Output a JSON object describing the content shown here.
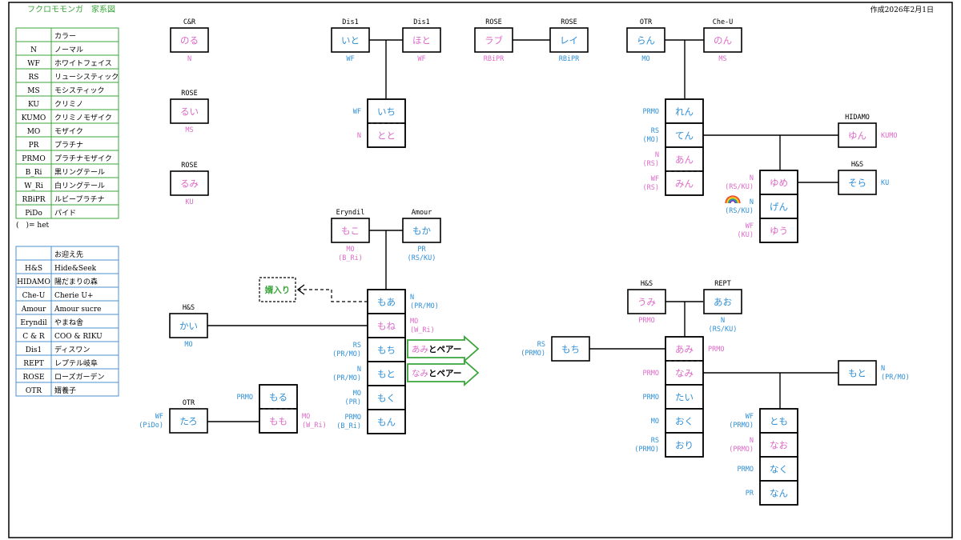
{
  "header": {
    "title": "フクロモモンガ　家系図",
    "created": "作成2026年2月1日"
  },
  "colors": {
    "male": "#2f8fd6",
    "female": "#dd6ac8",
    "green": "#3aa63a",
    "blue_frame": "#4b8fd0",
    "line": "#000000"
  },
  "legend_color": {
    "header": "カラー",
    "rows": [
      [
        "N",
        "ノーマル"
      ],
      [
        "WF",
        "ホワイトフェイス"
      ],
      [
        "RS",
        "リューシスティック"
      ],
      [
        "MS",
        "モシスティック"
      ],
      [
        "KU",
        "クリミノ"
      ],
      [
        "KUMO",
        "クリミノモザイク"
      ],
      [
        "MO",
        "モザイク"
      ],
      [
        "PR",
        "プラチナ"
      ],
      [
        "PRMO",
        "プラチナモザイク"
      ],
      [
        "B_Ri",
        "黒リングテール"
      ],
      [
        "W_Ri",
        "白リングテール"
      ],
      [
        "RBiPR",
        "ルビープラチナ"
      ],
      [
        "PiDo",
        "パイド"
      ]
    ],
    "note": "(　)= het"
  },
  "legend_origin": {
    "header": "お迎え先",
    "rows": [
      [
        "H&S",
        "Hide&Seek"
      ],
      [
        "HIDAMO",
        "陽だまりの森"
      ],
      [
        "Che-U",
        "Cherie U+"
      ],
      [
        "Amour",
        "Amour sucre"
      ],
      [
        "Eryndil",
        "やまね舎"
      ],
      [
        "C & R",
        "COO & RIKU"
      ],
      [
        "Dis1",
        "ディスワン"
      ],
      [
        "REPT",
        "レプテル岐阜"
      ],
      [
        "ROSE",
        "ローズガーデン"
      ],
      [
        "OTR",
        "婿養子"
      ]
    ]
  },
  "tree": {
    "boxes": {
      "noru": {
        "name": "のる",
        "sex": "f",
        "origin": "C&R",
        "color": "N"
      },
      "rui": {
        "name": "るい",
        "sex": "f",
        "origin": "ROSE",
        "color": "MS"
      },
      "rumi": {
        "name": "るみ",
        "sex": "f",
        "origin": "ROSE",
        "color": "KU"
      },
      "ito": {
        "name": "いと",
        "sex": "m",
        "origin": "Dis1",
        "color": "WF"
      },
      "hoto": {
        "name": "ほと",
        "sex": "f",
        "origin": "Dis1",
        "color": "WF"
      },
      "rabu": {
        "name": "ラブ",
        "sex": "f",
        "origin": "ROSE",
        "color": "RBiPR"
      },
      "rei": {
        "name": "レイ",
        "sex": "m",
        "origin": "ROSE",
        "color": "RBiPR"
      },
      "ran": {
        "name": "らん",
        "sex": "m",
        "origin": "OTR",
        "color": "MO"
      },
      "non": {
        "name": "のん",
        "sex": "f",
        "origin": "Che-U",
        "color": "MS"
      },
      "ren": {
        "name": "れん",
        "sex": "m",
        "color": "PRMO"
      },
      "ten": {
        "name": "てん",
        "sex": "m",
        "color": "RS",
        "het": "(MO)"
      },
      "an": {
        "name": "あん",
        "sex": "f",
        "color": "N",
        "het": "(RS)"
      },
      "min": {
        "name": "みん",
        "sex": "f",
        "color": "WF",
        "het": "(RS)"
      },
      "yun": {
        "name": "ゆん",
        "sex": "f",
        "origin": "HIDAMO",
        "color": "KUMO"
      },
      "yume": {
        "name": "ゆめ",
        "sex": "f",
        "color": "N",
        "het": "(RS/KU)"
      },
      "gen": {
        "name": "げん",
        "sex": "m",
        "color": "N",
        "het": "(RS/KU)"
      },
      "yuu": {
        "name": "ゆう",
        "sex": "f",
        "color": "WF",
        "het": "(KU)"
      },
      "sora": {
        "name": "そら",
        "sex": "m",
        "origin": "H&S",
        "color": "KU"
      },
      "ichi": {
        "name": "いち",
        "sex": "m",
        "color": "WF"
      },
      "toto": {
        "name": "とと",
        "sex": "f",
        "color": "N"
      },
      "moko": {
        "name": "もこ",
        "sex": "f",
        "origin": "Eryndil",
        "color": "MO",
        "het": "(B_Ri)"
      },
      "moka": {
        "name": "もか",
        "sex": "m",
        "origin": "Amour",
        "color": "PR",
        "het": "(RS/KU)"
      },
      "moa": {
        "name": "もあ",
        "sex": "m",
        "color": "N",
        "het": "(PR/MO)"
      },
      "mone": {
        "name": "もね",
        "sex": "f",
        "color": "MO",
        "het": "(W_Ri)"
      },
      "mochi_c": {
        "name": "もち",
        "sex": "m",
        "color": "RS",
        "het": "(PR/MO)"
      },
      "moto_c": {
        "name": "もと",
        "sex": "m",
        "color": "N",
        "het": "(PR/MO)"
      },
      "moku": {
        "name": "もく",
        "sex": "m",
        "color": "MO",
        "het": "(PR)"
      },
      "mon": {
        "name": "もん",
        "sex": "m",
        "color": "PRMO",
        "het": "(B_Ri)"
      },
      "kai": {
        "name": "かい",
        "sex": "m",
        "origin": "H&S",
        "color": "MO"
      },
      "taro": {
        "name": "たろ",
        "sex": "m",
        "origin": "OTR",
        "color": "WF",
        "het": "(PiDo)"
      },
      "moru": {
        "name": "もる",
        "sex": "m",
        "color": "PRMO"
      },
      "momo": {
        "name": "もも",
        "sex": "f",
        "color": "MO",
        "het": "(W_Ri)"
      },
      "umi": {
        "name": "うみ",
        "sex": "f",
        "origin": "H&S",
        "color": "PRMO"
      },
      "ao": {
        "name": "あお",
        "sex": "m",
        "origin": "REPT",
        "color": "N",
        "het": "(RS/KU)"
      },
      "mochi_p": {
        "name": "もち",
        "sex": "m",
        "color": "RS",
        "het": "(PRMO)"
      },
      "ami": {
        "name": "あみ",
        "sex": "f",
        "color": "PRMO"
      },
      "nami": {
        "name": "なみ",
        "sex": "f",
        "color": "PRMO"
      },
      "tai": {
        "name": "たい",
        "sex": "m",
        "color": "PRMO"
      },
      "oku": {
        "name": "おく",
        "sex": "m",
        "color": "MO"
      },
      "ori": {
        "name": "おり",
        "sex": "m",
        "color": "RS",
        "het": "(PRMO)"
      },
      "moto_p": {
        "name": "もと",
        "sex": "m",
        "color": "N",
        "het": "(PR/MO)"
      },
      "tomo": {
        "name": "とも",
        "sex": "m",
        "color": "WF",
        "het": "(PRMO)"
      },
      "nao": {
        "name": "なお",
        "sex": "f",
        "color": "N",
        "het": "(PRMO)"
      },
      "naku": {
        "name": "なく",
        "sex": "m",
        "color": "PRMO"
      },
      "nan": {
        "name": "なん",
        "sex": "m",
        "color": "PR"
      }
    },
    "mukoiri": "婿入り",
    "pair_arrows": [
      {
        "name": "あみ",
        "suffix": "とペアー"
      },
      {
        "name": "なみ",
        "suffix": "とペアー"
      }
    ],
    "rainbow_icon": "rainbow-icon"
  }
}
